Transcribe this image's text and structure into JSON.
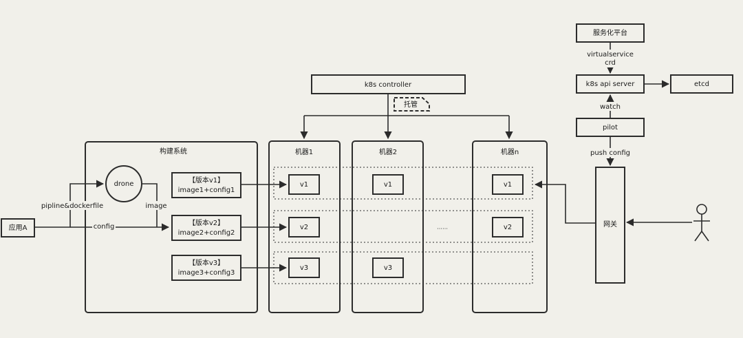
{
  "nodes": {
    "app_a": "应用A",
    "build_system": "构建系统",
    "drone": "drone",
    "version_v1_title": "【版本v1】",
    "version_v1_detail": "image1+config1",
    "version_v2_title": "【版本v2】",
    "version_v2_detail": "image2+config2",
    "version_v3_title": "【版本v3】",
    "version_v3_detail": "image3+config3",
    "k8s_controller": "k8s controller",
    "managed_note": "托管",
    "machine_1": "机器1",
    "machine_2": "机器2",
    "machine_n": "机器n",
    "ellipsis": "……",
    "service_platform": "服务化平台",
    "k8s_api_server": "k8s api server",
    "etcd": "etcd",
    "pilot": "pilot",
    "gateway": "网关"
  },
  "pods": {
    "machine_1": [
      "v1",
      "v2",
      "v3"
    ],
    "machine_2": [
      "v1",
      "v3"
    ],
    "machine_n": [
      "v1",
      "v2"
    ]
  },
  "edge_labels": {
    "pipeline": "pipline&dockerfile",
    "image": "image",
    "config": "config",
    "virtualservice": "virtualservice",
    "crd": "crd",
    "watch": "watch",
    "push_config": "push config"
  }
}
